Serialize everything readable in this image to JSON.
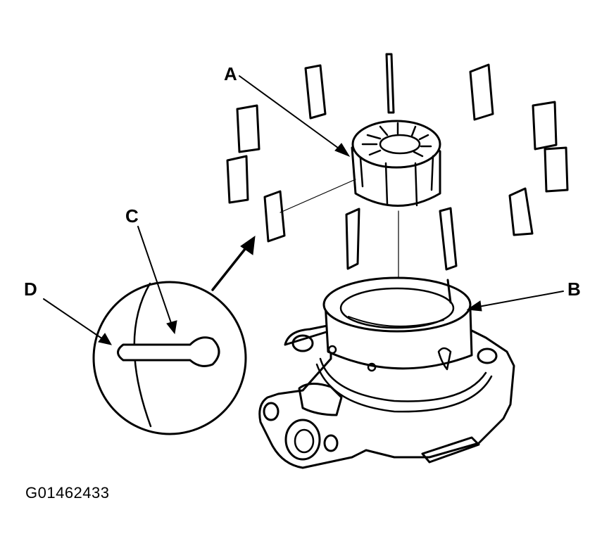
{
  "callouts": {
    "a": "A",
    "b": "B",
    "c": "C",
    "d": "D"
  },
  "figure_id": "G01462433"
}
